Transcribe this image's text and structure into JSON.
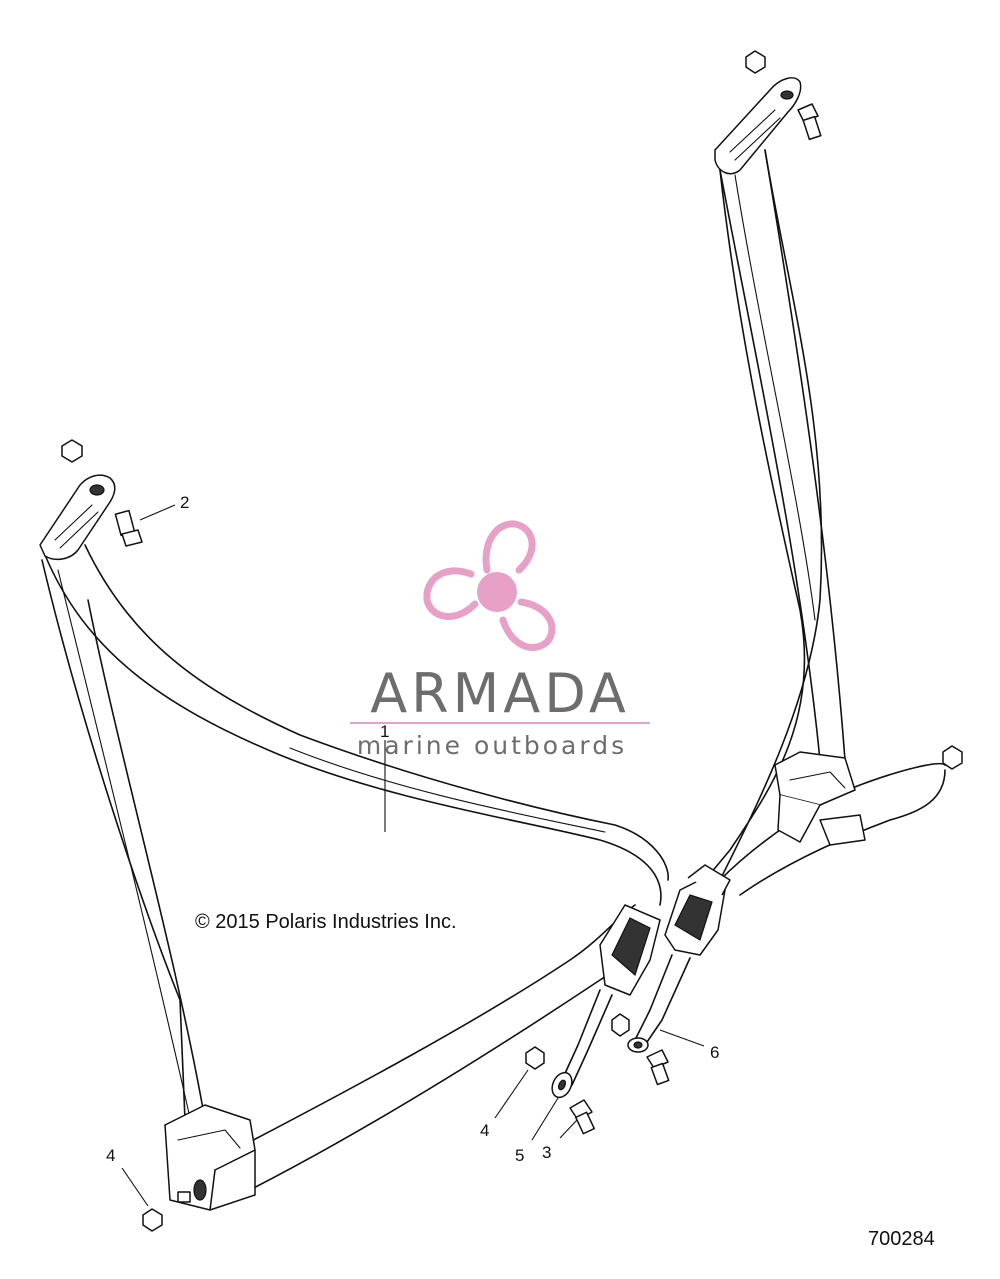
{
  "diagram": {
    "copyright": "© 2015 Polaris Industries Inc.",
    "diagram_number": "700284",
    "callouts": [
      {
        "id": "callout-1",
        "label": "1"
      },
      {
        "id": "callout-2",
        "label": "2"
      },
      {
        "id": "callout-4-left",
        "label": "4"
      },
      {
        "id": "callout-4-center",
        "label": "4"
      },
      {
        "id": "callout-5",
        "label": "5"
      },
      {
        "id": "callout-3",
        "label": "3"
      },
      {
        "id": "callout-6",
        "label": "6"
      }
    ]
  },
  "watermark": {
    "brand": "ARMADA",
    "tagline": "marine outboards",
    "colors": {
      "brand_text": "#6d6d6d",
      "accent": "#e8a1c6",
      "line": "#e8a1c6"
    }
  },
  "colors": {
    "ink": "#111111",
    "background": "#ffffff"
  }
}
